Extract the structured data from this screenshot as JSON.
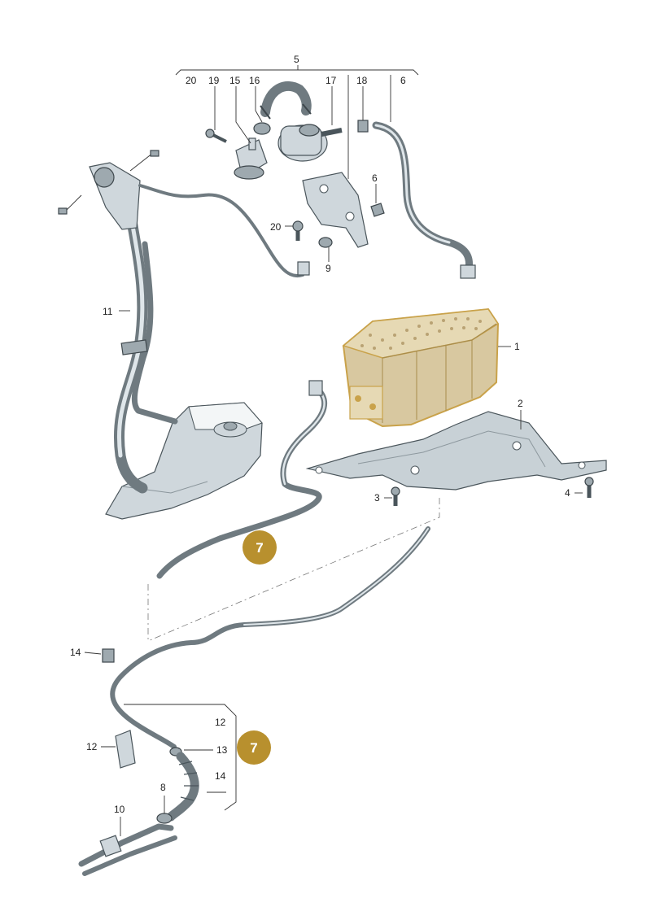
{
  "colors": {
    "highlight_part": "#d8c8a0",
    "highlight_outline": "#c9a24a",
    "badge_fill": "#b8902e",
    "line": "#333333",
    "metal": "#cfd7dc"
  },
  "callouts": {
    "c1": "1",
    "c2": "2",
    "c3": "3",
    "c4": "4",
    "c5": "5",
    "c6a": "6",
    "c6b": "6",
    "c8": "8",
    "c9": "9",
    "c10": "10",
    "c11": "11",
    "c12a": "12",
    "c12b": "12",
    "c13": "13",
    "c14a": "14",
    "c14b": "14",
    "c15": "15",
    "c16": "16",
    "c17": "17",
    "c18": "18",
    "c19": "19",
    "c20a": "20",
    "c20b": "20"
  },
  "badges": {
    "top": "7",
    "bottom": "7"
  }
}
